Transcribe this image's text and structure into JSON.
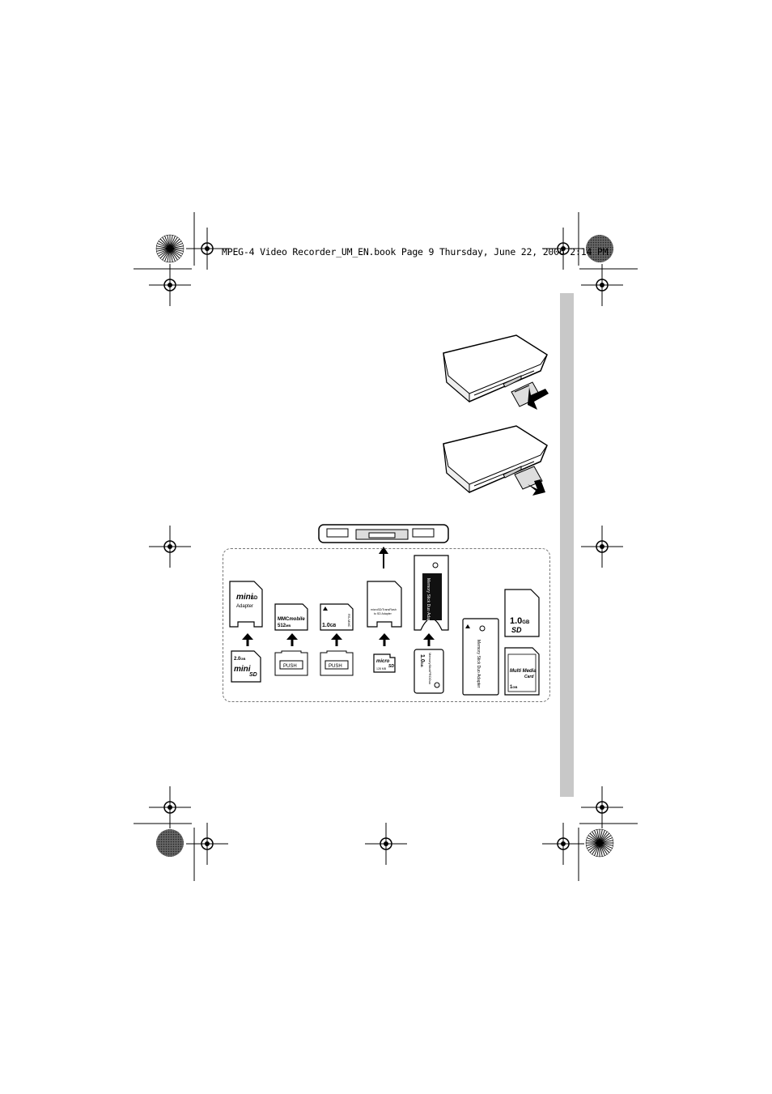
{
  "header": {
    "file_info": "MPEG-4 Video Recorder_UM_EN.book  Page 9  Thursday, June 22, 2006  2:14 PM"
  },
  "cards": {
    "minisd_adapter": {
      "brand": "mini",
      "brand2": "SD",
      "label": "Adapter"
    },
    "minisd_card": {
      "capacity": "2.0",
      "unit": "GB",
      "brand": "mini",
      "brand2": "SD"
    },
    "mmc_mobile": {
      "name": "MMC",
      "name2": "mobile",
      "capacity": "512",
      "unit": "MB"
    },
    "rs_mmc": {
      "capacity": "1.0",
      "unit": "GB",
      "name": "RS-MMC"
    },
    "push_label": "PUSH",
    "microsd_adapter": {
      "text": "microSD/TransFlash",
      "text2": "to SD Adapter"
    },
    "microsd_card": {
      "brand": "micro",
      "brand2": "SD",
      "capacity": "128 MB"
    },
    "ms_duo_adapter": {
      "label": "Memory Stick Duo Adapter"
    },
    "ms_pro_duo": {
      "capacity": "1.0",
      "unit": "GB",
      "label": "MemoryStickPRODuo"
    },
    "ms_duo_adapter_large": {
      "label": "Memory Stick Duo Adapter"
    },
    "sd_card": {
      "capacity": "1.0",
      "unit": "GB",
      "brand": "SD"
    },
    "mmc_card": {
      "line1": "Multi Media",
      "line2": "Card",
      "capacity": "1",
      "unit": "GB"
    }
  }
}
